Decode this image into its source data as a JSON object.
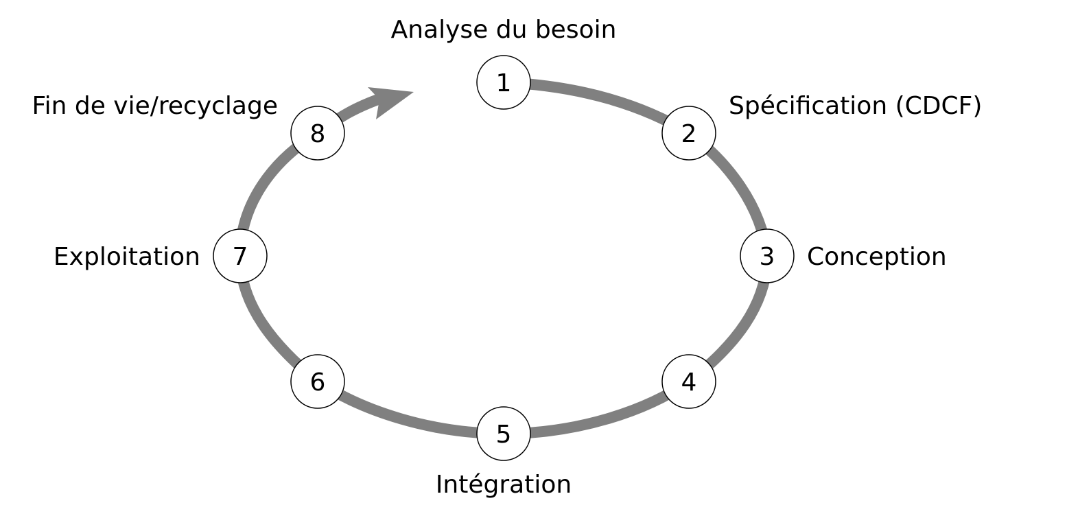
{
  "diagram": {
    "type": "cycle",
    "colors": {
      "ring": "#808080",
      "node_fill": "#ffffff",
      "node_stroke": "#000000",
      "text": "#000000"
    },
    "steps": [
      {
        "number": "1",
        "label": "Analyse du besoin"
      },
      {
        "number": "2",
        "label": "Spécification (CDCF)"
      },
      {
        "number": "3",
        "label": "Conception"
      },
      {
        "number": "4",
        "label": ""
      },
      {
        "number": "5",
        "label": "Intégration"
      },
      {
        "number": "6",
        "label": ""
      },
      {
        "number": "7",
        "label": "Exploitation"
      },
      {
        "number": "8",
        "label": "Fin de vie/recyclage"
      }
    ]
  }
}
